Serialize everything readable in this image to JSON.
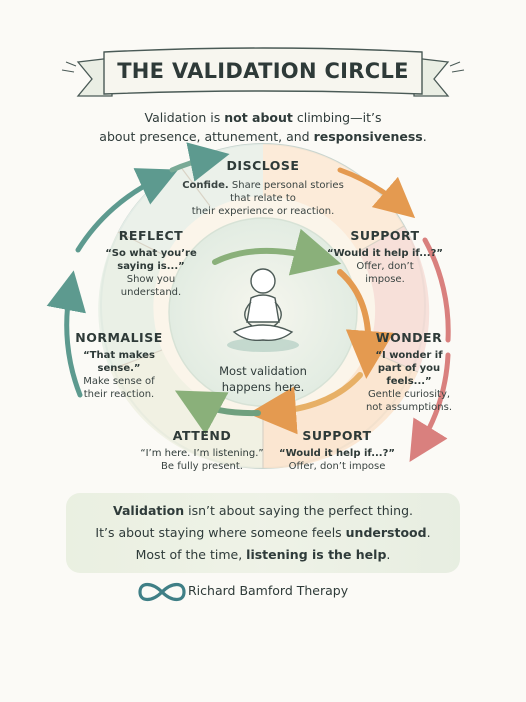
{
  "title": "THE VALIDATION CIRCLE",
  "subtitle": {
    "l1a": "Validation is ",
    "l1b": "not about",
    "l1c": " climbing—it’s",
    "l2a": "about presence, attunement, and ",
    "l2b": "responsiveness",
    "l2c": "."
  },
  "segments": {
    "disclose": {
      "head": "DISCLOSE",
      "bold": "Confide.",
      "t1": " Share personal stories",
      "t2": "that relate to",
      "t3": "their experience or reaction."
    },
    "support_top": {
      "head": "SUPPORT",
      "q": "“Would it help if...?”",
      "t1": "Offer, don’t",
      "t2": "impose."
    },
    "wonder": {
      "head": "WONDER",
      "q1": "“I wonder if",
      "q2": "part of you feels...”",
      "t1": "Gentle curiosity,",
      "t2": "not assumptions."
    },
    "support_bottom": {
      "head": "SUPPORT",
      "q": "“Would it help if...?”",
      "t1": "Offer, don’t impose"
    },
    "attend": {
      "head": "ATTEND",
      "q": "“I’m here. I’m listening.”",
      "t1": "Be fully present."
    },
    "normalise": {
      "head": "NORMALISE",
      "q1": "“That makes",
      "q2": "sense.”",
      "t1": "Make sense of",
      "t2": "their reaction."
    },
    "reflect": {
      "head": "REFLECT",
      "q1": "“So what you’re",
      "q2": "saying is...”",
      "t1": "Show you",
      "t2": "understand."
    }
  },
  "center": {
    "l1": "Most validation",
    "l2": "happens here."
  },
  "footer": {
    "l1a": "Validation",
    "l1b": " isn’t about saying the perfect thing.",
    "l2a": "It’s about staying where someone feels ",
    "l2b": "understood",
    "l2c": ".",
    "l3a": "Most of the time, ",
    "l3b": "listening is the help",
    "l3c": "."
  },
  "brand": "Richard Bamford Therapy",
  "colors": {
    "teal": "#4d8f8a",
    "orange": "#e59a52",
    "rose": "#d98a8a",
    "green_bg": "#e9efe0"
  },
  "icons": [
    "infinity-icon",
    "meditating-figure-icon"
  ]
}
